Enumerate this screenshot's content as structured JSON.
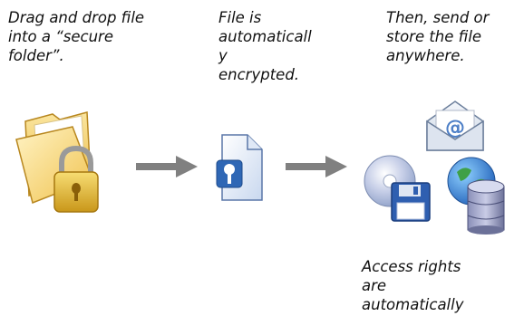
{
  "steps": [
    {
      "text": "Drag and drop file\ninto a “secure\nfolder”."
    },
    {
      "text": "File is\nautomaticall\ny\nencrypted."
    },
    {
      "text": "Then, send or\nstore the file\nanywhere."
    }
  ],
  "note": {
    "text": "Access rights\nare\nautomatically"
  },
  "icons": {
    "folder": "secure-folder-with-padlock-icon",
    "file": "encrypted-file-icon",
    "mail": "email-envelope-icon",
    "disk": "cd-and-floppy-storage-icon",
    "network": "globe-database-icon"
  },
  "colors": {
    "arrow": "#808080",
    "folder": "#f2c94c",
    "lock": "#e1b525"
  }
}
